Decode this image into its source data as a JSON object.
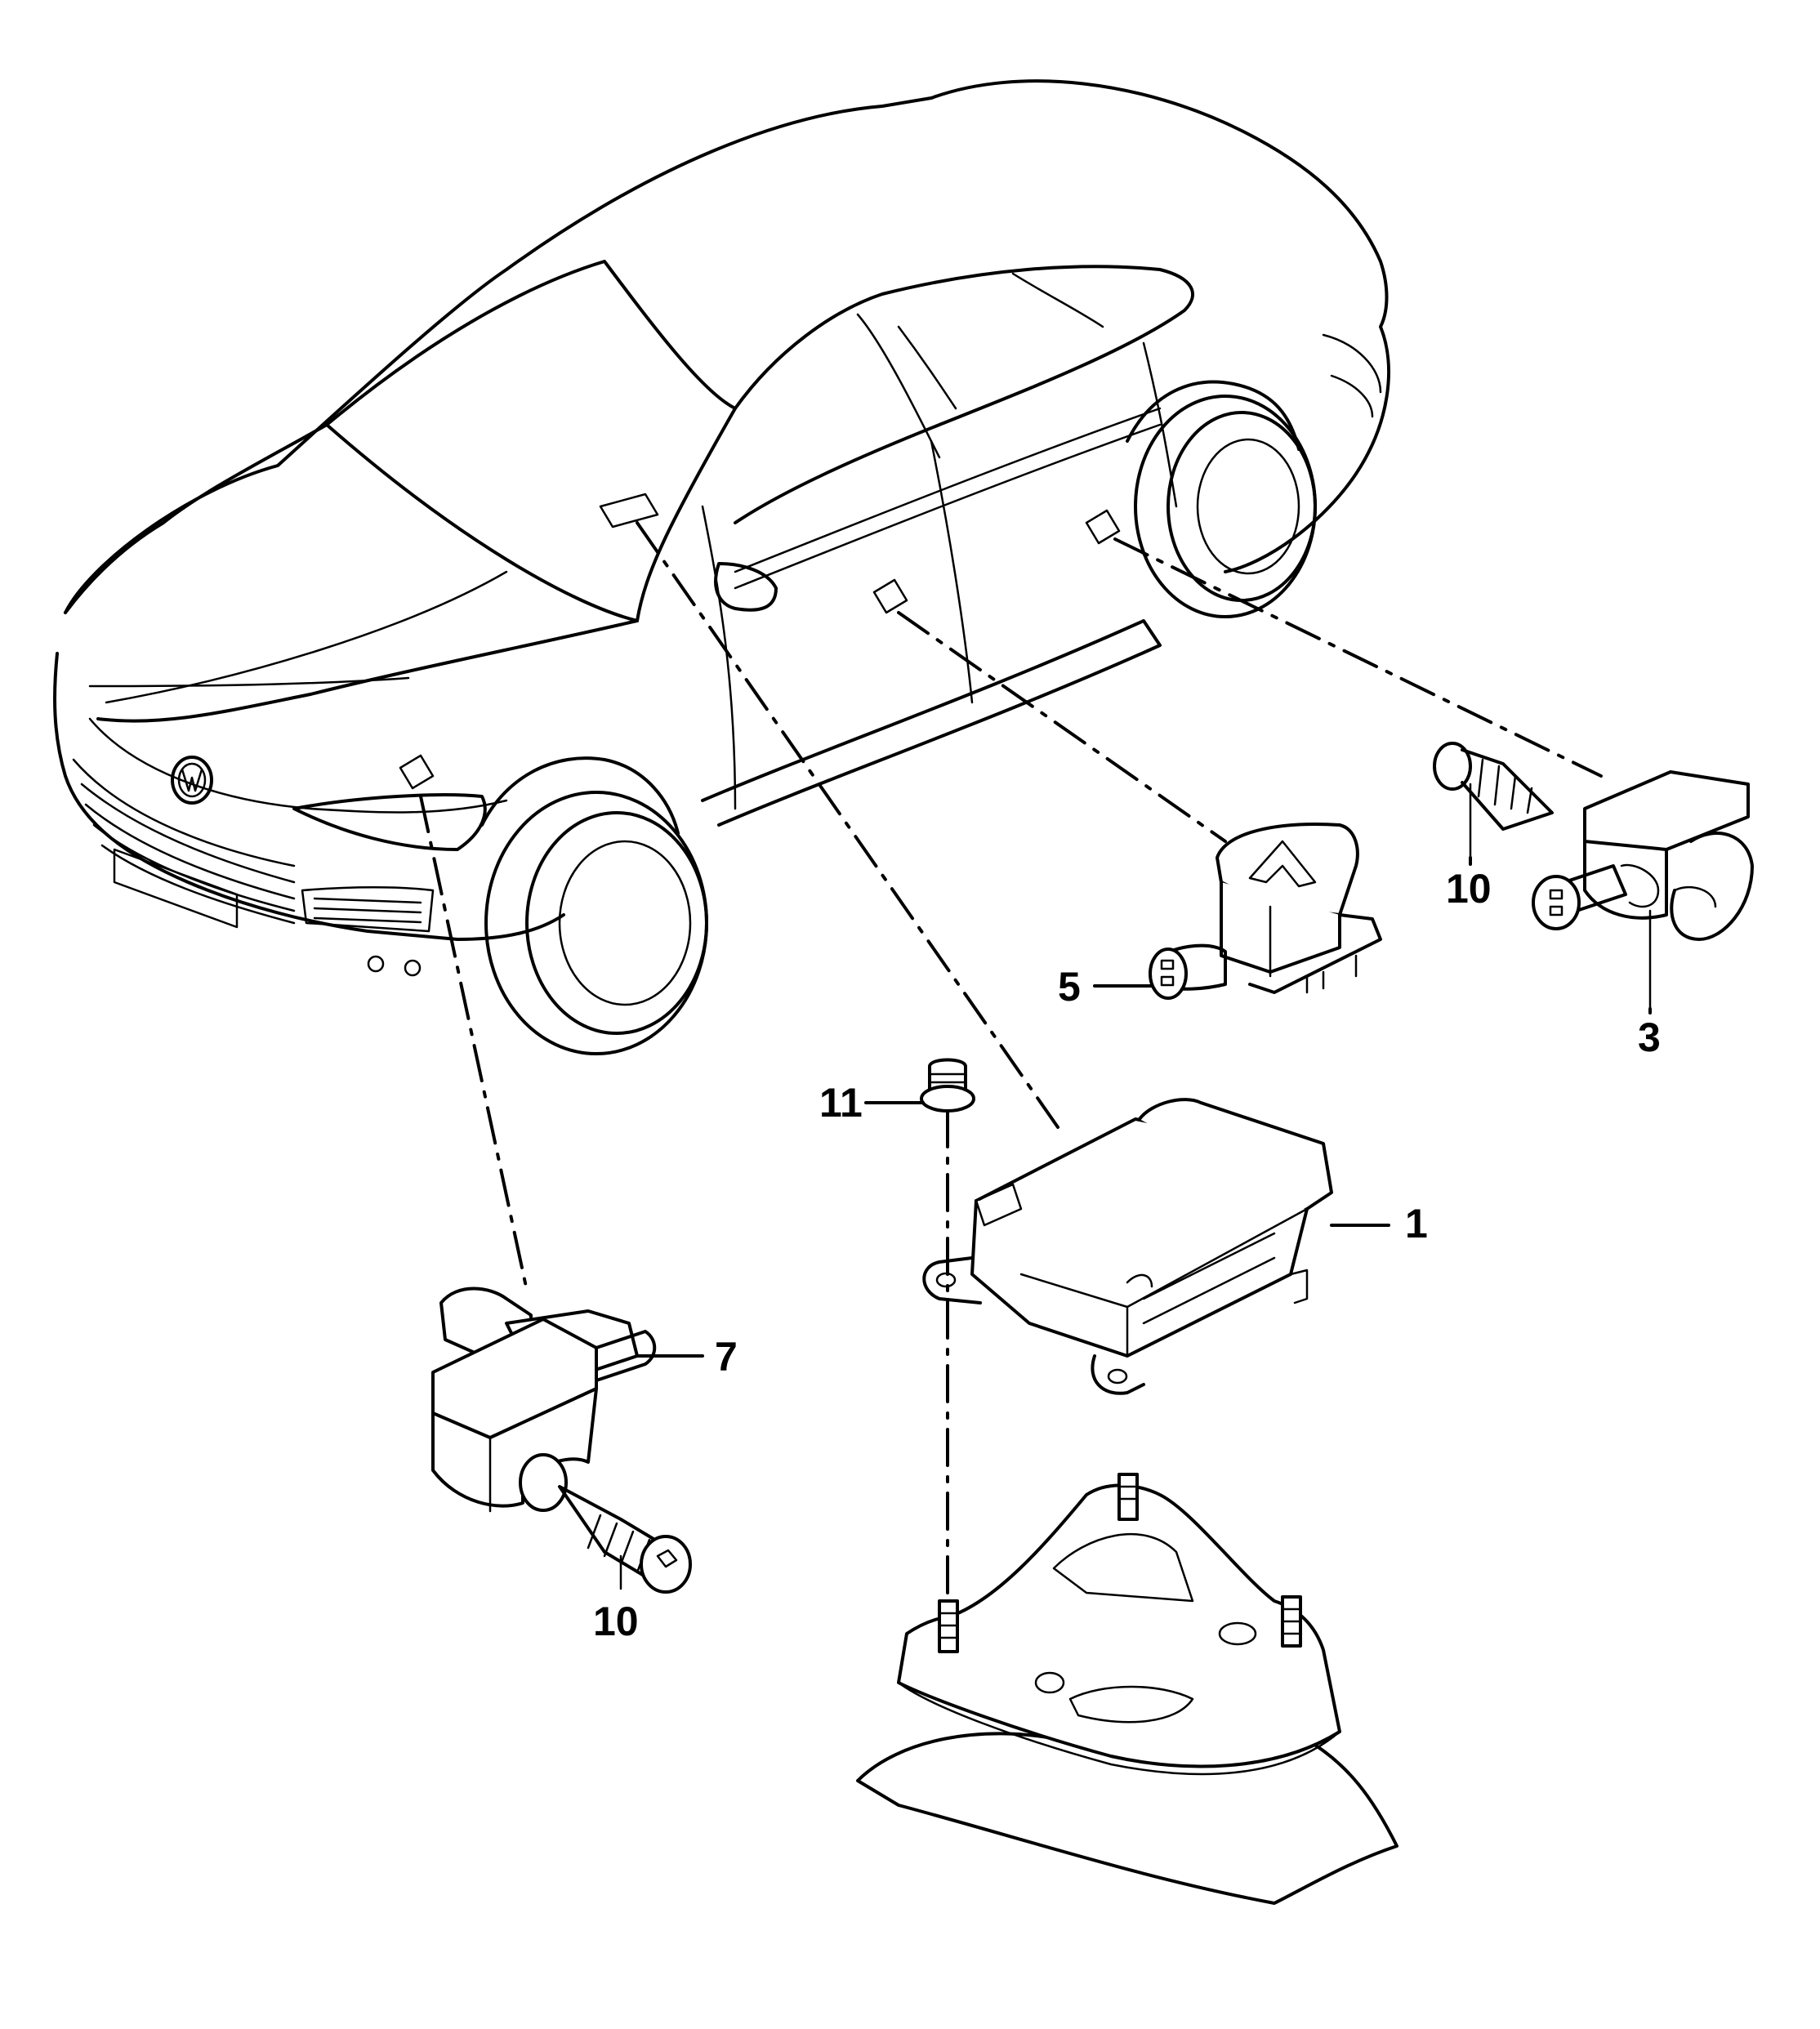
{
  "callouts": [
    {
      "id": "1",
      "label": "1"
    },
    {
      "id": "3",
      "label": "3"
    },
    {
      "id": "5",
      "label": "5"
    },
    {
      "id": "7",
      "label": "7"
    },
    {
      "id": "10a",
      "label": "10"
    },
    {
      "id": "10b",
      "label": "10"
    },
    {
      "id": "11",
      "label": "11"
    }
  ],
  "colors": {
    "line": "#000000",
    "background": "#ffffff"
  },
  "icons": {
    "brand_badge": "vw-logo-icon"
  }
}
